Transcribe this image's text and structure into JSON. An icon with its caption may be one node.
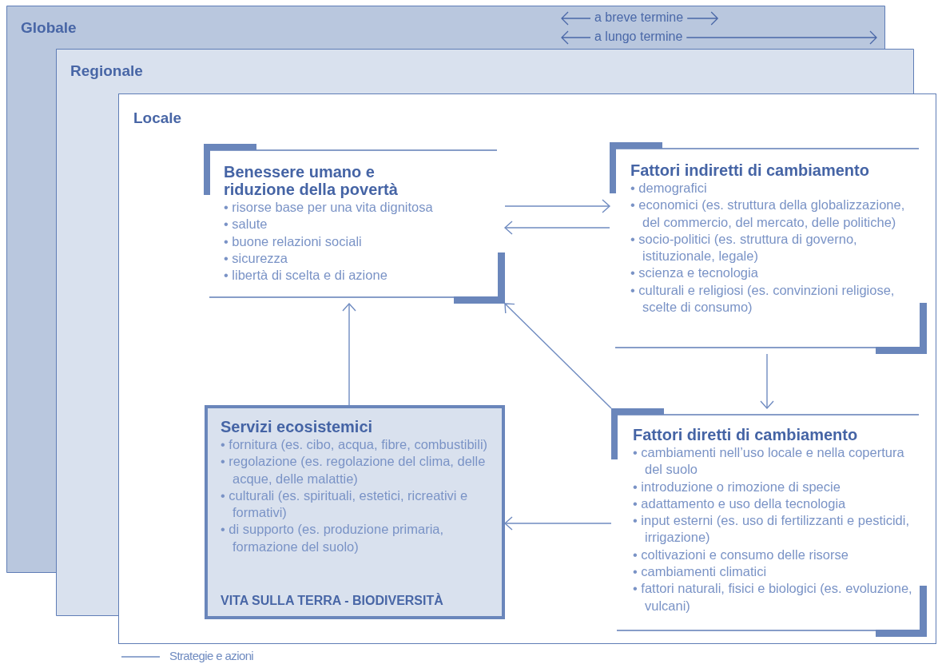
{
  "diagram": {
    "nodes": [
      {
        "text": [
          "Globale"
        ]
      },
      {
        "text": [
          "Regionale"
        ],
        "in": 0
      },
      {
        "text": [
          "Locale"
        ],
        "in": 1
      },
      {
        "text": [
          "Benessere umano e riduzione della povertà",
          "• risorse base per una vita dignitosa",
          "• salute",
          "• buone relazioni sociali",
          "• sicurezza",
          "• libertà di scelta e di azione"
        ],
        "in": 2
      },
      {
        "text": [
          "Fattori indiretti di cambiamento",
          "• demografici",
          "• economici (es. struttura della globalizzazione, del commercio, del mercato, delle politiche)",
          "• socio-politici (es. struttura di governo, istituzionale, legale)",
          "• scienza e tecnologia",
          "• culturali e religiosi (es. convinzioni religiose, scelte di consumo)"
        ],
        "in": 2
      },
      {
        "text": [
          "Servizi ecosistemici",
          "• fornitura (es. cibo, acqua, fibre, combustibili)",
          "• regolazione (es. regolazione del clima, delle acque, delle malattie)",
          "• culturali (es. spirituali, estetici, ricreativi e formativi)",
          "• di supporto (es. produzione primaria, formazione del suolo)",
          "VITA SULLA TERRA - BIODIVERSITÀ"
        ],
        "in": 2
      },
      {
        "text": [
          "Fattori diretti di cambiamento",
          "• cambiamenti nell’uso locale e nella copertura del suolo",
          "• introduzione o rimozione di specie",
          "• adattamento e uso della tecnologia",
          "• input esterni (es. uso di fertilizzanti e pesticidi, irrigazione)",
          "• coltivazioni e consumo delle risorse",
          "• cambiamenti climatici",
          "• fattori naturali, fisici e biologici (es. evoluzione, vulcani)"
        ],
        "in": 2
      }
    ],
    "edges": [
      {
        "from": 3,
        "to": 4,
        "arrow": "to"
      },
      {
        "from": 4,
        "to": 3,
        "arrow": "to"
      },
      {
        "from": 4,
        "to": 6,
        "arrow": "to"
      },
      {
        "from": 6,
        "to": 3,
        "arrow": "to"
      },
      {
        "from": 6,
        "to": 5,
        "arrow": "to"
      },
      {
        "from": 5,
        "to": 3,
        "arrow": "to"
      }
    ],
    "labels": [
      "a breve termine",
      "a lungo termine"
    ],
    "legend": [
      {
        "text": "Strategie e azioni"
      }
    ]
  }
}
